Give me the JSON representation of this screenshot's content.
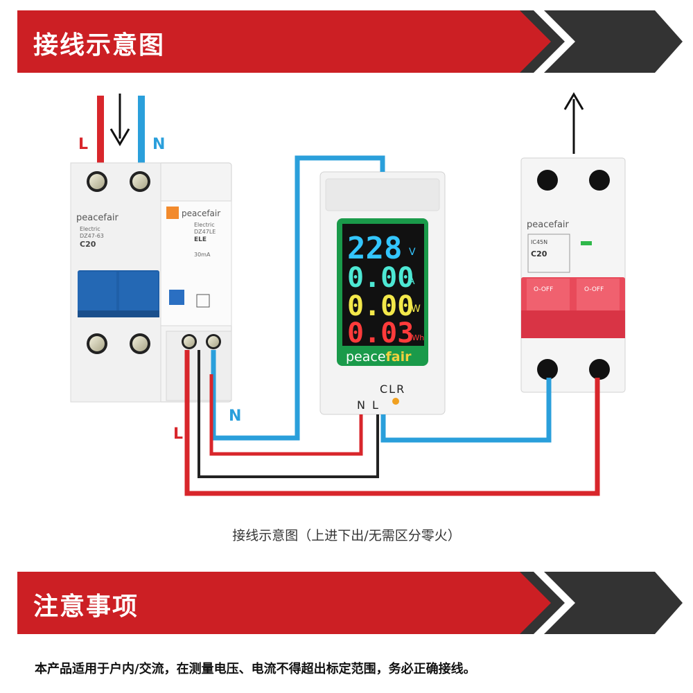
{
  "header1": {
    "title": "接线示意图"
  },
  "header2": {
    "title": "注意事项"
  },
  "colors": {
    "banner_red": "#cc1f24",
    "banner_dark": "#333333",
    "live_red": "#d8262b",
    "neutral_blue": "#2a9fdb",
    "black": "#222222"
  },
  "diagram": {
    "input": {
      "live_label": "L",
      "neutral_label": "N"
    },
    "rcbo": {
      "brand": "peacefair",
      "text_line1": "Electric",
      "text_line2": "DZ47-63",
      "rating": "C20"
    },
    "rcd_module": {
      "brand": "peacefair",
      "line1": "Electric",
      "line2": "DZ47LE",
      "line3": "ELE",
      "line4": "30mA"
    },
    "meter": {
      "voltage": "228",
      "voltage_unit": "V",
      "current": "0.00",
      "current_unit": "A",
      "power": "0.00",
      "power_unit": "W",
      "energy": "0.03",
      "energy_unit": "kWh",
      "brand_plain": "peace",
      "brand_color": "fair",
      "clr_label": "CLR",
      "n_label": "N",
      "l_label": "L"
    },
    "breaker": {
      "brand": "peacefair",
      "model": "IC45N",
      "rating": "C20",
      "off_left": "O-OFF",
      "off_right": "O-OFF"
    },
    "wire_labels": {
      "n": "N",
      "l": "L"
    }
  },
  "caption": "接线示意图（上进下出/无需区分零火）",
  "note": "本产品适用于户内/交流，在测量电压、电流不得超出标定范围，务必正确接线。"
}
